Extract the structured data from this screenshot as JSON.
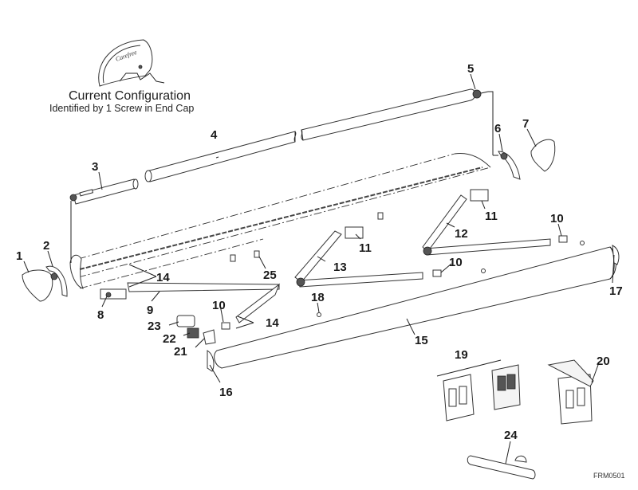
{
  "diagram": {
    "title": "Current Configuration",
    "subtitle": "Identified by 1 Screw in End Cap",
    "drawing_code": "FRM0501",
    "inset_logo_text": "Carefree",
    "callouts": [
      {
        "id": "1",
        "label": "1",
        "part": "end-cap-left"
      },
      {
        "id": "2",
        "label": "2",
        "part": "end-plate-left"
      },
      {
        "id": "3",
        "label": "3",
        "part": "motor-assembly"
      },
      {
        "id": "4",
        "label": "4",
        "part": "roller-tube"
      },
      {
        "id": "5",
        "label": "5",
        "part": "idler-end"
      },
      {
        "id": "6",
        "label": "6",
        "part": "end-plate-right"
      },
      {
        "id": "7",
        "label": "7",
        "part": "end-cap-right"
      },
      {
        "id": "8",
        "label": "8",
        "part": "top-bracket-left"
      },
      {
        "id": "9",
        "label": "9",
        "part": "lower-arm-left"
      },
      {
        "id": "10a",
        "label": "10",
        "part": "arm-bracket"
      },
      {
        "id": "10b",
        "label": "10",
        "part": "arm-bracket"
      },
      {
        "id": "10c",
        "label": "10",
        "part": "arm-bracket"
      },
      {
        "id": "11a",
        "label": "11",
        "part": "top-bracket"
      },
      {
        "id": "11b",
        "label": "11",
        "part": "top-bracket"
      },
      {
        "id": "12",
        "label": "12",
        "part": "upper-arm-right"
      },
      {
        "id": "13",
        "label": "13",
        "part": "upper-arm-center"
      },
      {
        "id": "14a",
        "label": "14",
        "part": "pivot-pin"
      },
      {
        "id": "14b",
        "label": "14",
        "part": "pivot-pin"
      },
      {
        "id": "15",
        "label": "15",
        "part": "lead-rail"
      },
      {
        "id": "16",
        "label": "16",
        "part": "lead-rail-end-cap-left"
      },
      {
        "id": "17",
        "label": "17",
        "part": "lead-rail-end-cap-right"
      },
      {
        "id": "18",
        "label": "18",
        "part": "fastener"
      },
      {
        "id": "19",
        "label": "19",
        "part": "switch-assembly"
      },
      {
        "id": "20",
        "label": "20",
        "part": "weather-cover-switch"
      },
      {
        "id": "21",
        "label": "21",
        "part": "bracket-mount"
      },
      {
        "id": "22",
        "label": "22",
        "part": "sensor"
      },
      {
        "id": "23",
        "label": "23",
        "part": "controller"
      },
      {
        "id": "24",
        "label": "24",
        "part": "wind-sensor-bar"
      },
      {
        "id": "25",
        "label": "25",
        "part": "rail-slider"
      }
    ]
  }
}
